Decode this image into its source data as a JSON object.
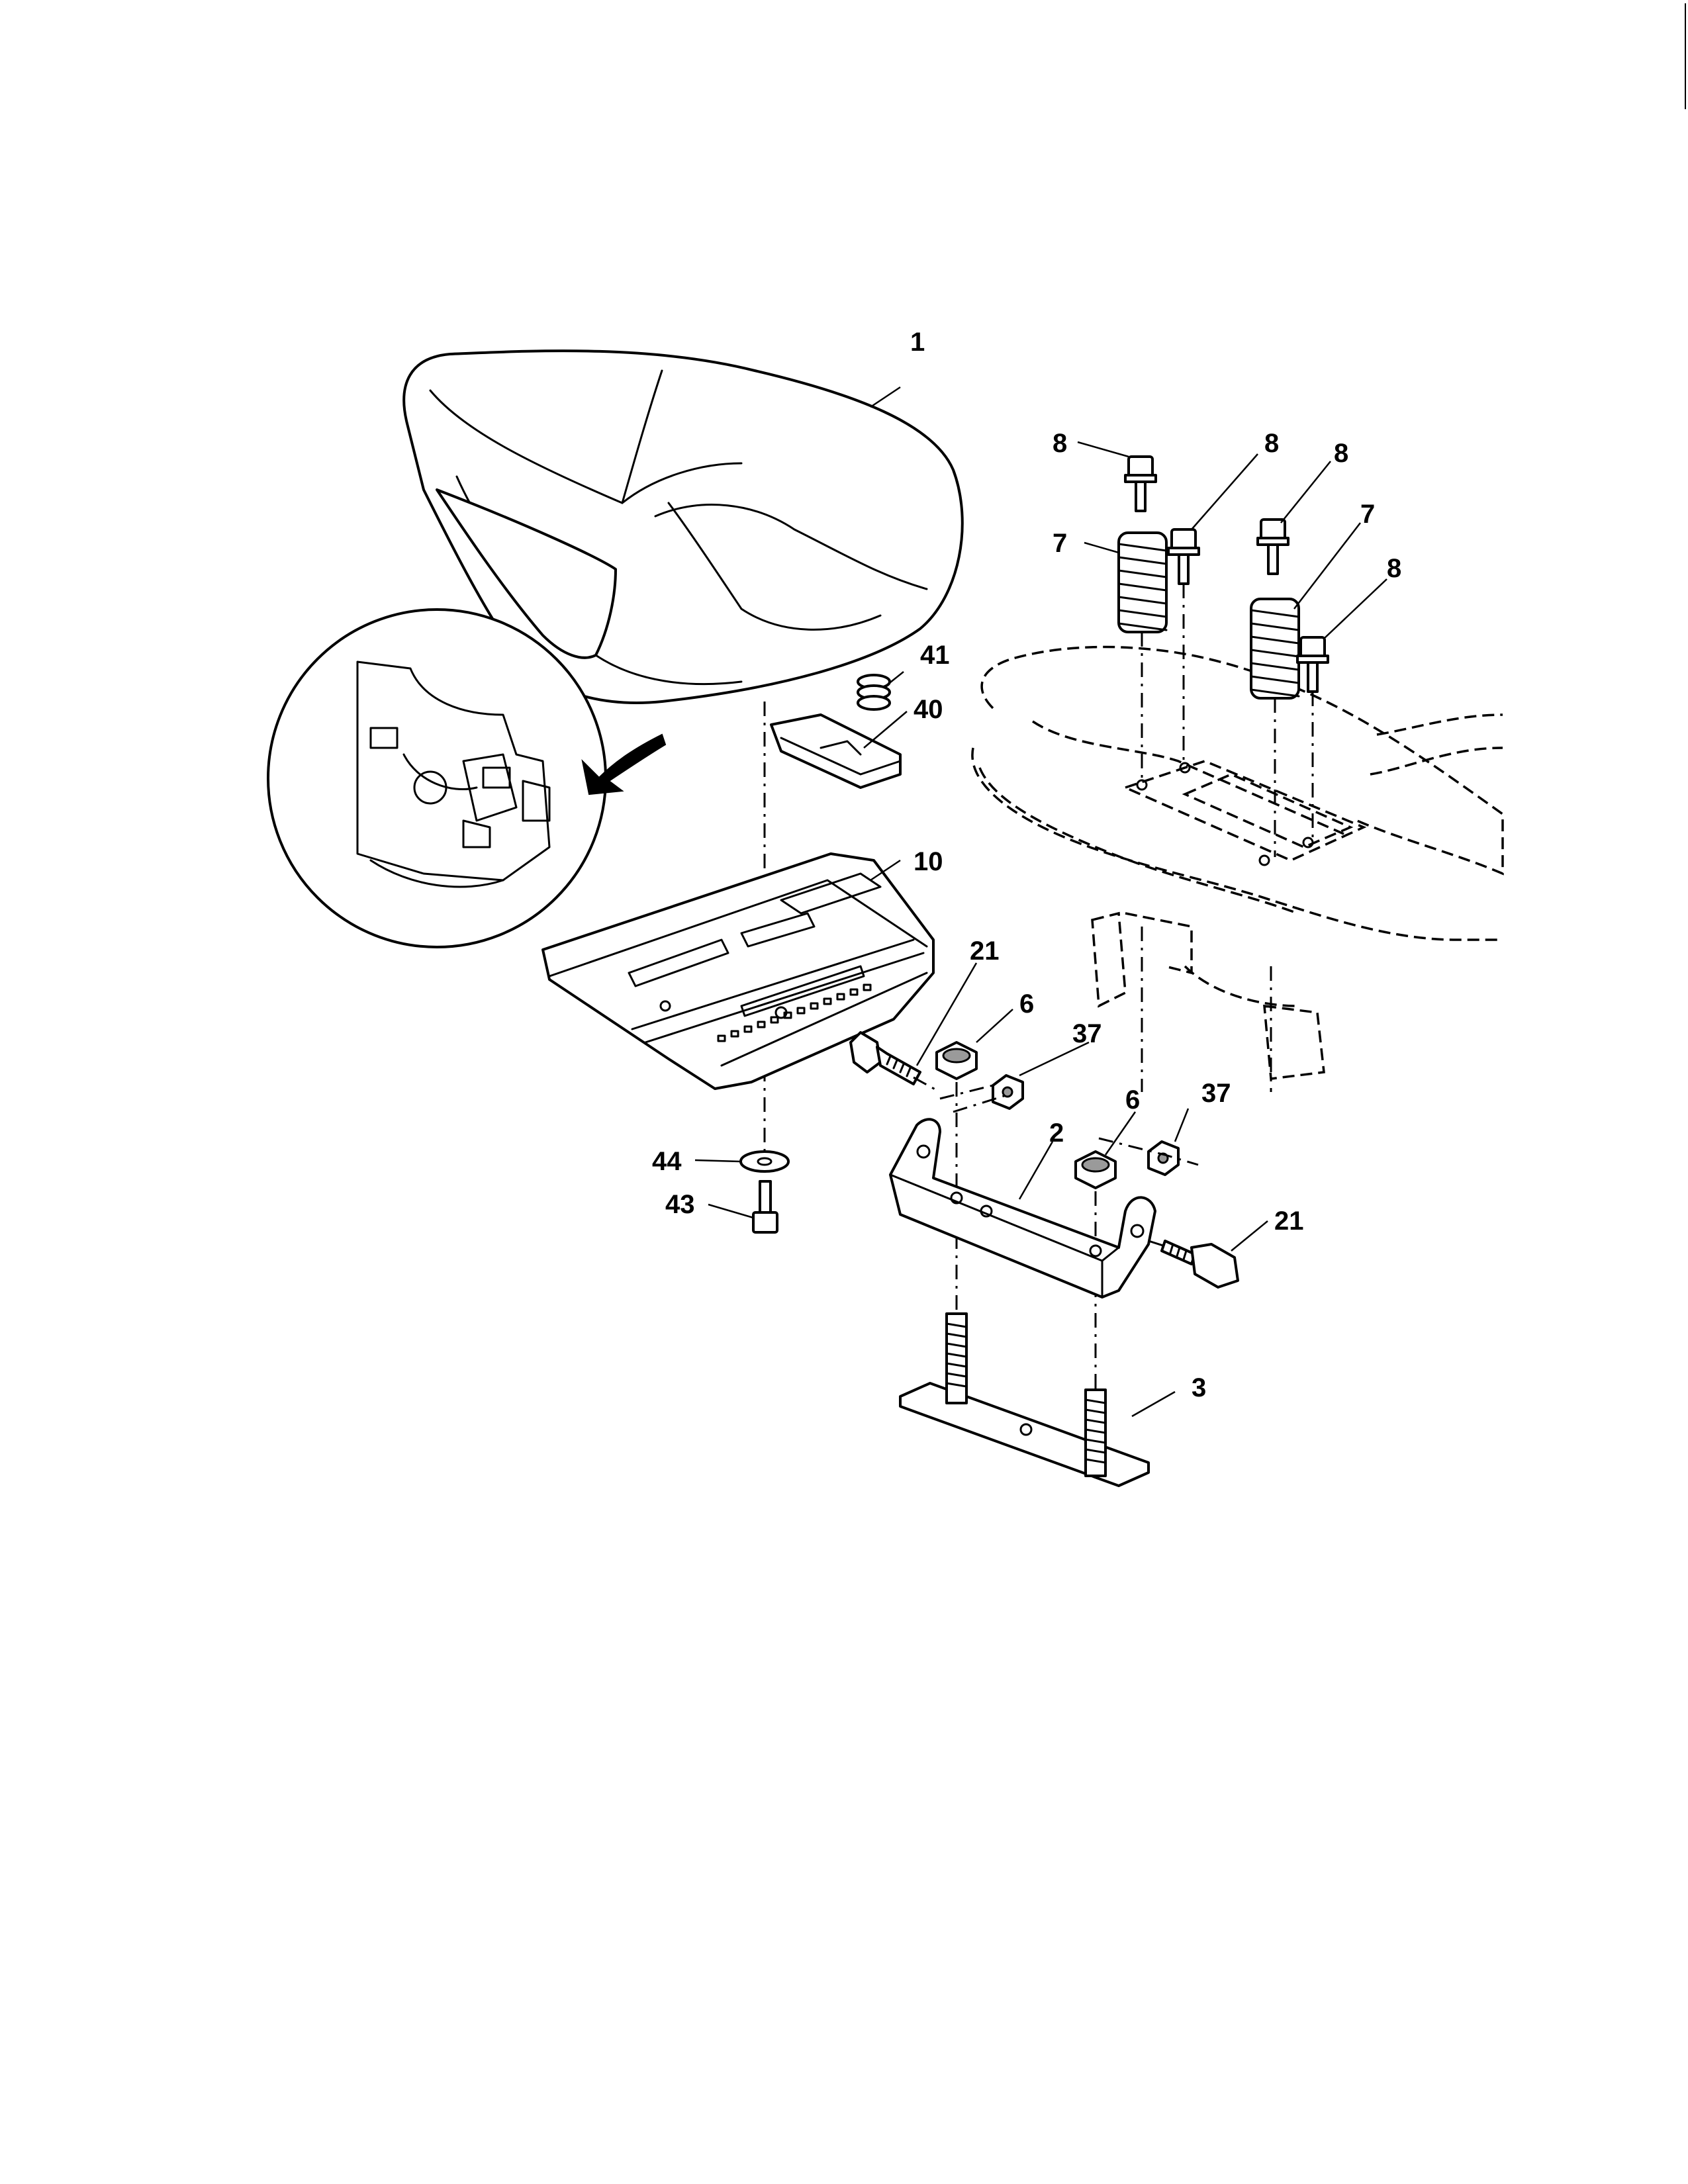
{
  "callouts": {
    "c1": "1",
    "c2": "2",
    "c3": "3",
    "c6a": "6",
    "c6b": "6",
    "c7a": "7",
    "c7b": "7",
    "c8a": "8",
    "c8b": "8",
    "c8c": "8",
    "c8d": "8",
    "c10": "10",
    "c21a": "21",
    "c21b": "21",
    "c37a": "37",
    "c37b": "37",
    "c40": "40",
    "c41": "41",
    "c43": "43",
    "c44": "44"
  }
}
